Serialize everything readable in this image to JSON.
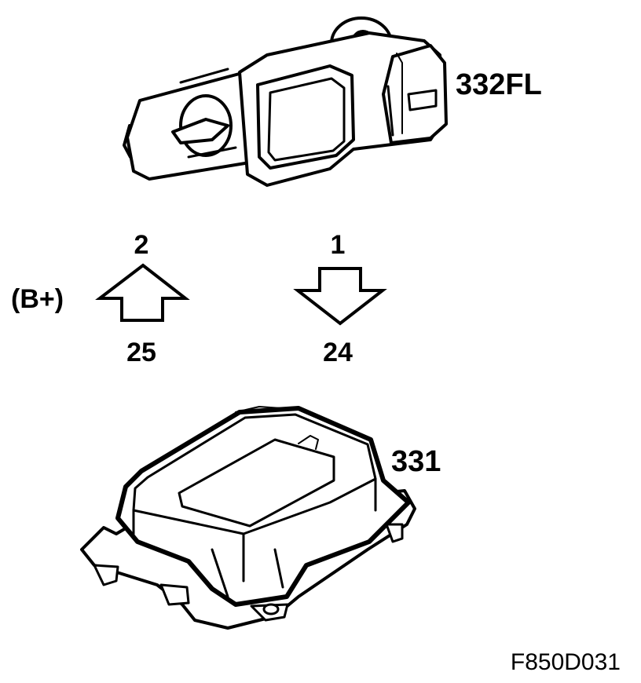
{
  "components": {
    "sensor_label": "332FL",
    "control_module_label": "331"
  },
  "signals": {
    "up": {
      "top_pin": "2",
      "bottom_pin": "25",
      "note": "(B+)"
    },
    "down": {
      "top_pin": "1",
      "bottom_pin": "24"
    }
  },
  "figure_code": "F850D031"
}
